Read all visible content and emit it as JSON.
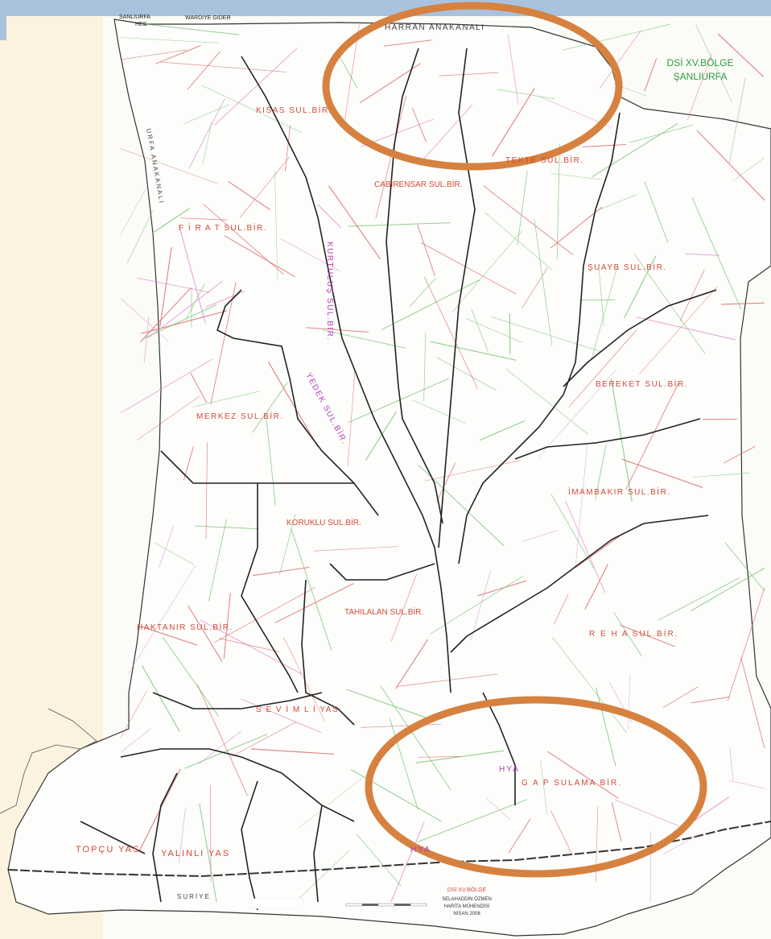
{
  "map": {
    "header_labels": {
      "sanliurfa": "SANLIURFA",
      "hes": "HES",
      "wardir": "WARDIYE GIDER",
      "harran_anakanali": "HARRAN ANAKANALI",
      "urfa_anakanali": "URFA ANAKANALI"
    },
    "region_title": {
      "line1": "DSİ XV.BÖLGE",
      "line2": "ŞANLIURFA"
    },
    "districts": {
      "kisas": "KISAS SUL.BİR.",
      "tekte": "TEKTE SUL.BİR.",
      "cabirensar": "CABİRENSAR SUL.BİR.",
      "firat": "F İ R A T SUL.BİR.",
      "kurtulus": "KURTULUŞ SUL.BİR.",
      "suayb": "ŞUAYB SUL.BİR.",
      "bereket": "BEREKET SUL.BİR.",
      "merkez": "MERKEZ SUL.BİR.",
      "yedek": "YEDEK SUL.BİR.",
      "koruklu": "KORUKLU SUL.BİR.",
      "imambakir": "İMAMBAKIR SUL.BİR.",
      "reha": "R E H A SUL.BİR.",
      "tahilalan": "TAHILALAN SUL.BİR.",
      "haktanir": "HAKTANIR SUL.BİR.",
      "sevimli": "S E V İ M L İ YAS",
      "gap": "G A P SULAMA BİR.",
      "topcu": "TOPÇU YAS",
      "yalinli": "YALINLI YAS"
    },
    "other_labels": {
      "suriye": "SURİYE",
      "hya1": "HYA",
      "hya2": "HYA",
      "colophon1": "DSİ XV.BÖLGE",
      "colophon2": "SELAHADDİN ÖZMEN",
      "colophon3": "HARİTA MÜHENDİSİ",
      "colophon4": "NİSAN 2008"
    },
    "colors": {
      "background": "#fbfbf7",
      "header_bar": "#a9c2dd",
      "left_panel": "#fbf3e0",
      "region_title": "#2e9a3e",
      "district_label": "#d24a3a",
      "purple_label": "#b23fb8",
      "highlight_ellipse": "#d6813f",
      "main_canal": "#222222",
      "red_canal": "#d66060",
      "green_canal": "#6fc06a",
      "pink_canal": "#e08acb"
    }
  }
}
